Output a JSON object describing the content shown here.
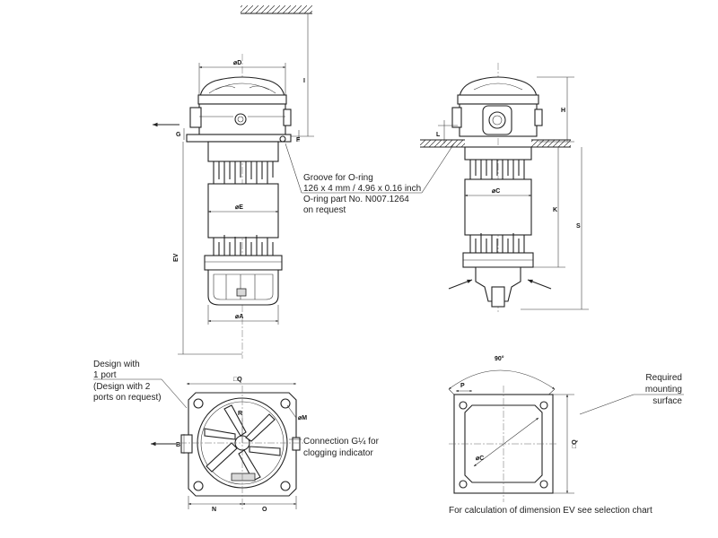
{
  "side_view": {
    "dim_d": "⌀D",
    "dim_e": "⌀E",
    "dim_a": "⌀A",
    "dim_i": "I",
    "dim_g": "G",
    "dim_f": "F",
    "dim_ev": "EV"
  },
  "groove_note": {
    "line1": "Groove for O-ring",
    "line2": "126 x 4 mm / 4.96 x 0.16 inch",
    "line3": "O-ring part No. N007.1264",
    "line4": "on request"
  },
  "installed_view": {
    "dim_h": "H",
    "dim_l": "L",
    "dim_c": "⌀C",
    "dim_k": "K",
    "dim_s": "S"
  },
  "top_view": {
    "design_note": {
      "line1": "Design with",
      "line2": "1 port",
      "line3": "(Design with 2",
      "line4": "ports on request)"
    },
    "dim_q": "□Q",
    "dim_r": "R",
    "dim_m": "⌀M",
    "dim_b": "B",
    "dim_n": "N",
    "dim_o": "O",
    "connection_note": {
      "line1": "Connection G¼ for",
      "line2": "clogging indicator"
    }
  },
  "mounting_view": {
    "angle": "90°",
    "dim_p": "P",
    "dim_c": "⌀C",
    "dim_q": "□Q",
    "surface_note": {
      "line1": "Required",
      "line2": "mounting",
      "line3": "surface"
    }
  },
  "footnote": "For calculation of dimension EV see selection chart"
}
